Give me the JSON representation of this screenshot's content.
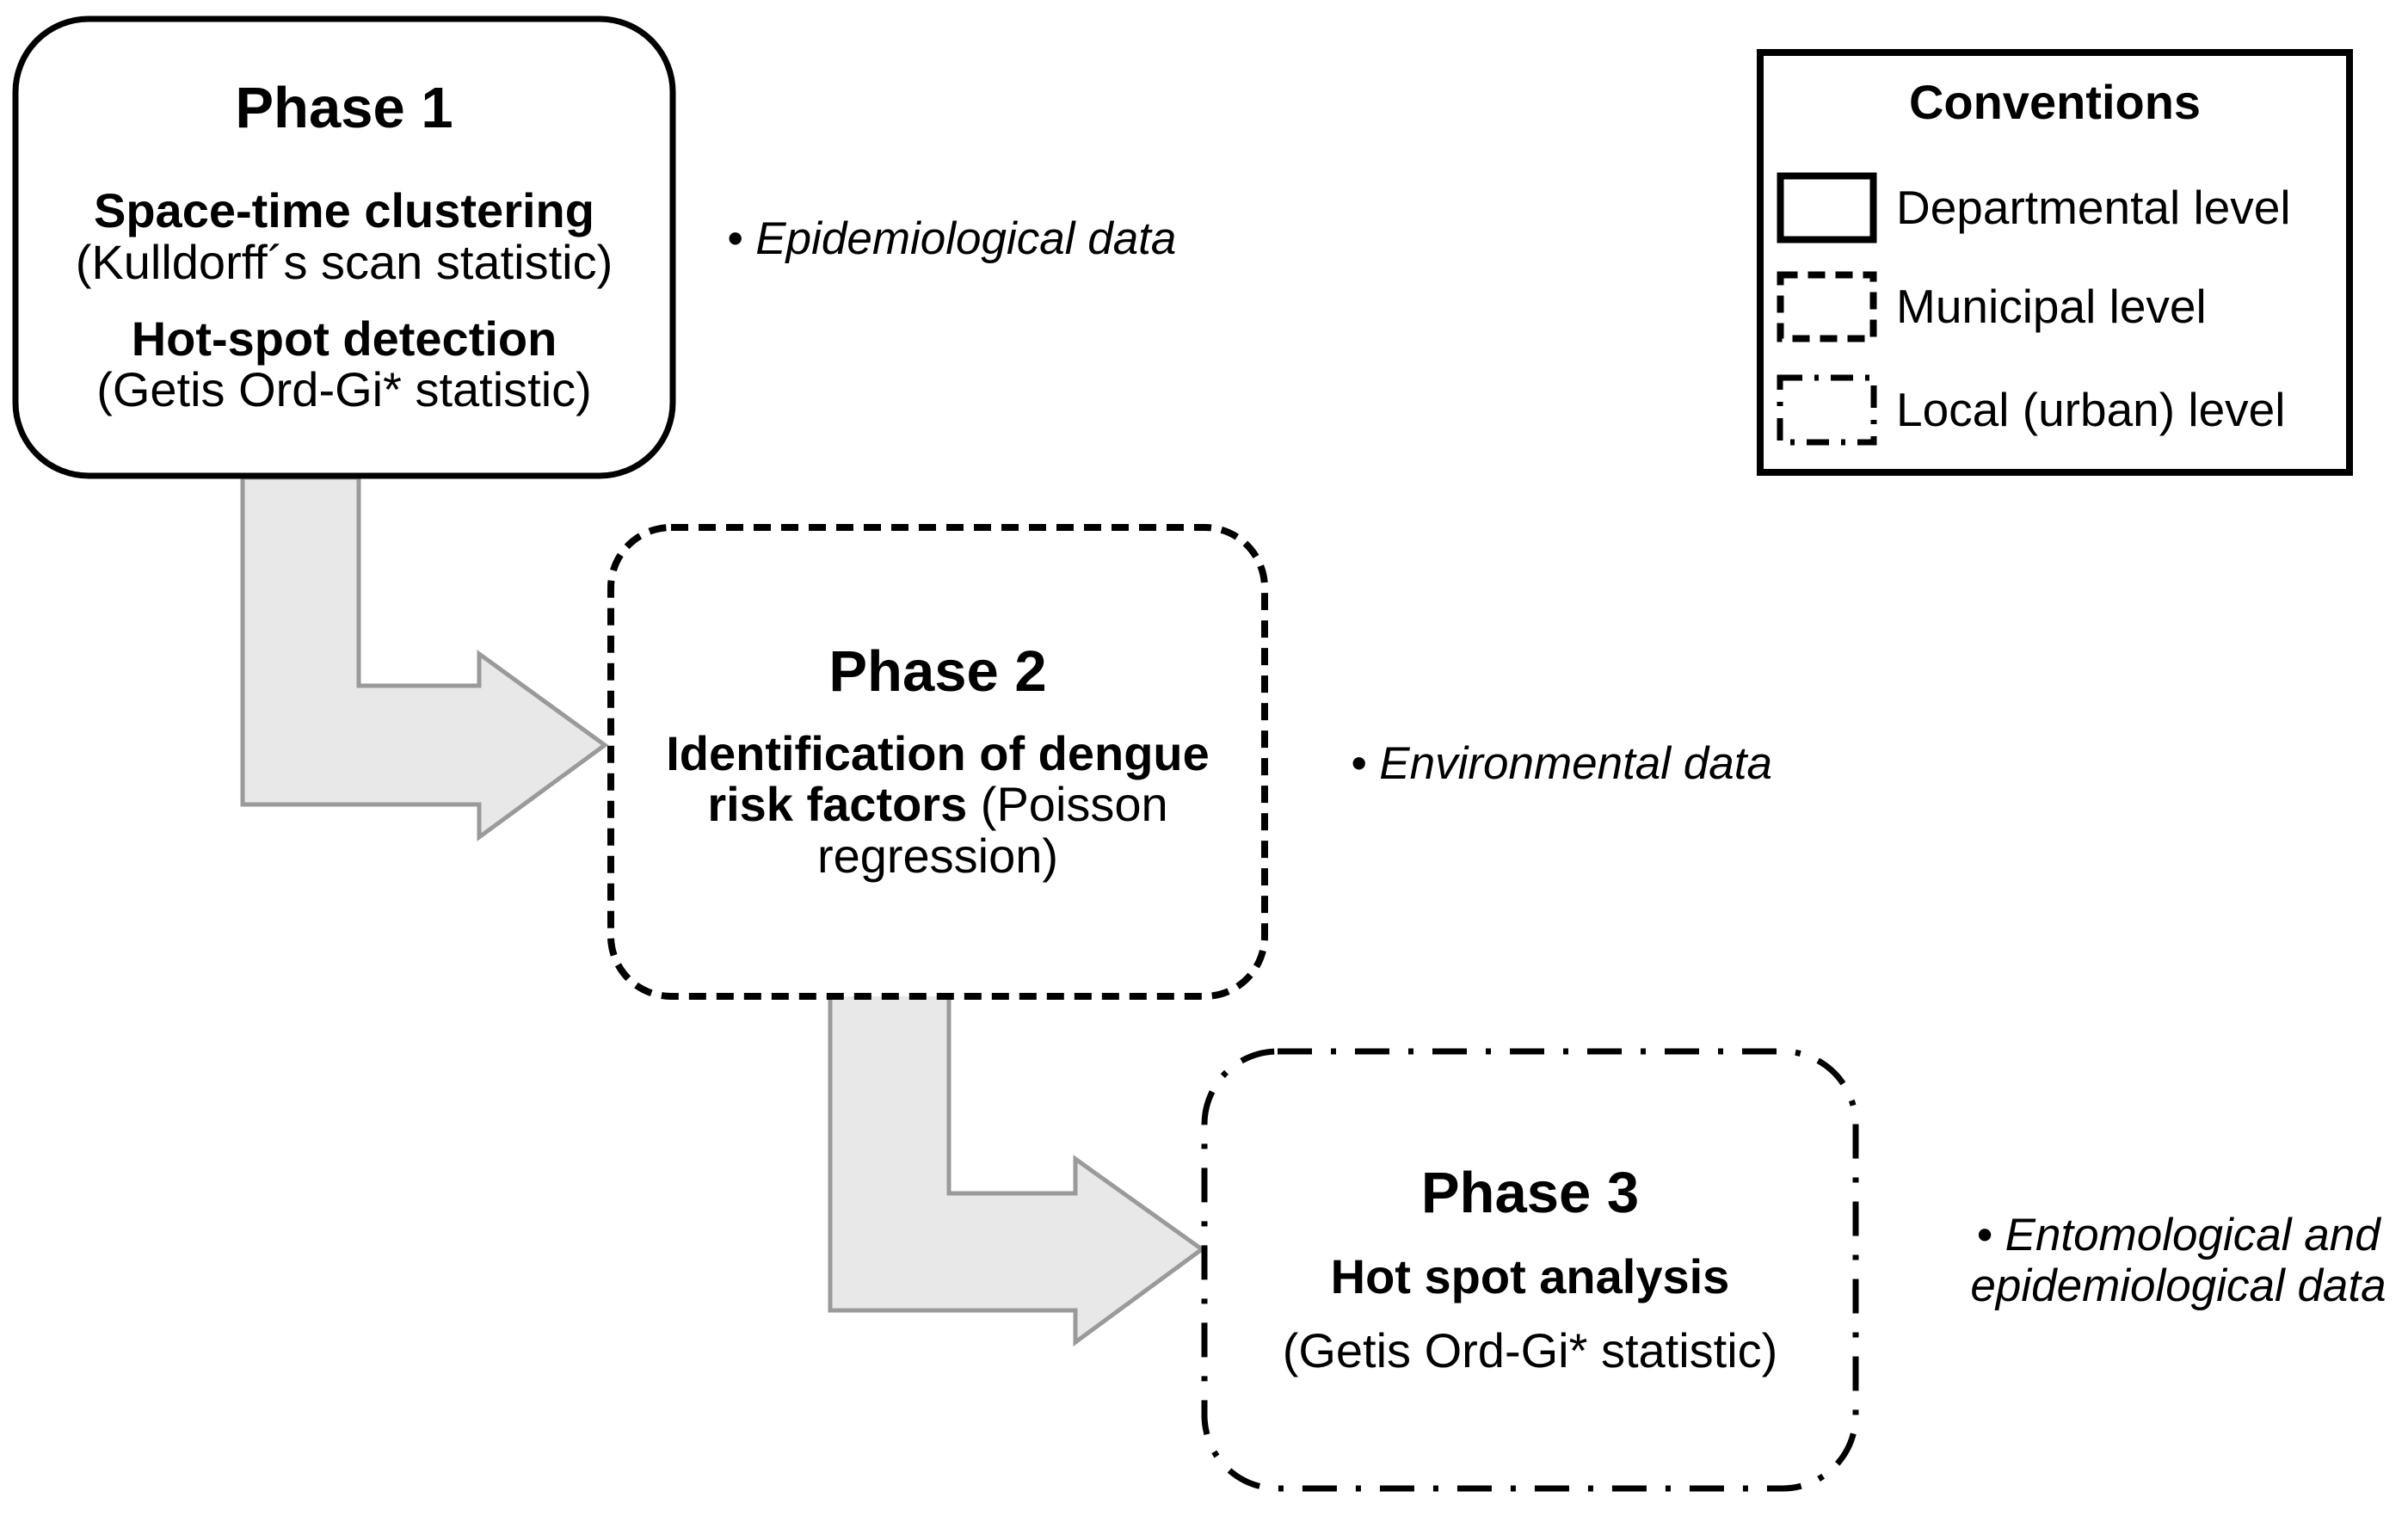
{
  "diagram": {
    "phase1": {
      "title": "Phase 1",
      "item1_bold": "Space-time clustering",
      "item1_note": "(Kulldorff´s scan statistic)",
      "item2_bold": "Hot-spot detection",
      "item2_note": "(Getis Ord-Gi* statistic)",
      "level": "Departmental level"
    },
    "phase2": {
      "title": "Phase 2",
      "body_bold": "Identification of dengue risk factors",
      "body_note": " (Poisson regression)",
      "level": "Municipal level"
    },
    "phase3": {
      "title": "Phase 3",
      "body_bold": "Hot spot analysis",
      "body_note": "(Getis Ord-Gi* statistic)",
      "level": "Local (urban) level"
    },
    "annotations": {
      "phase1": "• Epidemiological data",
      "phase2": "• Environmental data",
      "phase3_line1": "• Entomological and",
      "phase3_line2": "epidemiological data"
    },
    "legend": {
      "title": "Conventions",
      "items": [
        {
          "label": "Departmental level",
          "style": "solid"
        },
        {
          "label": "Municipal level",
          "style": "dashed"
        },
        {
          "label": "Local (urban) level",
          "style": "dash-dot"
        }
      ]
    },
    "colors": {
      "arrow_fill": "#e8e8e8",
      "arrow_stroke": "#9a9a9a",
      "border": "#000000",
      "background": "#ffffff"
    }
  }
}
